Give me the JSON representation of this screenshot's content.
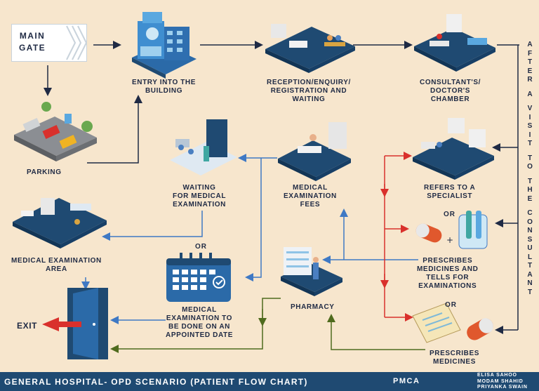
{
  "main_gate": [
    "MAIN",
    "GATE"
  ],
  "nodes": {
    "entry": [
      "ENTRY INTO THE",
      "BUILDING"
    ],
    "reception": [
      "RECEPTION/ENQUIRY/",
      "REGISTRATION AND",
      "WAITING"
    ],
    "consultant": [
      "CONSULTANT'S/",
      "DOCTOR'S",
      "CHAMBER"
    ],
    "parking": [
      "PARKING"
    ],
    "waiting": [
      "WAITING",
      "FOR MEDICAL",
      "EXAMINATION"
    ],
    "fees": [
      "MEDICAL",
      "EXAMINATION",
      "FEES"
    ],
    "specialist": [
      "REFERS TO A",
      "SPECIALIST"
    ],
    "exam_area": [
      "MEDICAL EXAMINATION",
      "AREA"
    ],
    "appointed": [
      "MEDICAL",
      "EXAMINATION TO",
      "BE DONE ON AN",
      "APPOINTED DATE"
    ],
    "pharmacy": [
      "PHARMACY"
    ],
    "prescribe_tests": [
      "PRESCRIBES",
      "MEDICINES AND",
      "TELLS FOR",
      "EXAMINATIONS"
    ],
    "prescribe_meds": [
      "PRESCRIBES",
      "MEDICINES"
    ],
    "exit": [
      "EXIT"
    ]
  },
  "or_label": "OR",
  "side_text": "AFTER A VISIT TO THE CONSULTANT",
  "footer": {
    "title": "GENERAL HOSPITAL- OPD SCENARIO (PATIENT FLOW CHART)",
    "brand": "PMCA",
    "authors": [
      "ELISA SAHOO",
      "MODAM SHAHID",
      "PRIYANKA SWAIN"
    ]
  },
  "colors": {
    "background": "#f7e6cd",
    "text": "#1f2a44",
    "arrow_black": "#1f2a44",
    "arrow_blue": "#3f79c4",
    "arrow_red": "#d9302c",
    "arrow_green": "#4f6b1e",
    "footer": "#1f4a72"
  }
}
